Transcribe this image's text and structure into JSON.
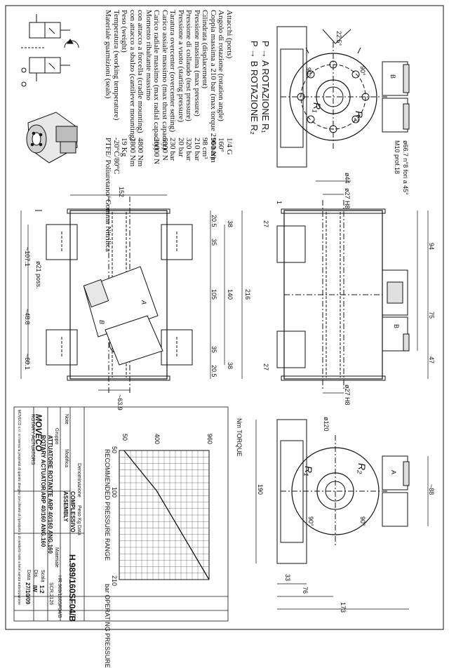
{
  "specs": {
    "labels": [
      "Attacchi (ports)",
      "Angolo di rotazione (rotation angle)",
      "Coppia massima a 210 bar (max torque 210 bar)",
      "Cilindrata (displacement)",
      "Pressione massima (max pressure)",
      "Pressione di collaudo (test pressure)",
      "Pressione a vuoto (starting pressure)",
      "Taratura overcenter (overcenter setting)",
      "Carico assiale massimo (max thrust capacity)",
      "Carico radiale massimo (max radial capacity)",
      "Momento ribaltante massimo",
      "con attacco a forcella (cradle mounting)",
      "con attacco a sbalzo (cantilever mounting)",
      "Peso (weight)",
      "Temperatura (working temperature)",
      "Materiale guarnizioni (seals)"
    ],
    "values": [
      "1/4 G",
      "160°",
      "960 Nm",
      "98 cm³",
      "210 bar",
      "320 bar",
      "20 bar",
      "230 bar",
      "6000 N",
      "20000 N",
      "",
      "4800 Nm",
      "2800 Nm",
      "19 Kg",
      "-20°C/80°C",
      "PTFE/ Poliuretano/ Gomma Nitrilica"
    ],
    "rotation_a": "P → A  ROTAZIONE R₁",
    "rotation_b": "P → B  ROTAZIONE R₂"
  },
  "labels": {
    "port_a": "A",
    "port_b": "B",
    "r1": "R₁",
    "r2": "R₂",
    "ang_90": "90°",
    "hole_note": "ø66.7 n°8 fori a 45°",
    "hole_thread": "M10 prof.18",
    "pin_dia": "ø21 poss."
  },
  "dims": {
    "d22_5": "22.5°",
    "d44": "ø44",
    "d27_h8": "ø27  H8",
    "d27_h8_b": "ø27  H8",
    "d1": "1",
    "d152": "152",
    "d20_5a": "20.5",
    "d38a": "38",
    "d35a": "35",
    "d105": "105",
    "d140": "140",
    "d216": "216",
    "d35b": "35",
    "d20_5b": "20.5",
    "d38b": "38",
    "d27a": "27",
    "d27b": "27",
    "d94": "94",
    "d75": "75",
    "d47": "47",
    "d107_1": "~107.1",
    "d48_8": "~48.8",
    "d60_1": "~60.1",
    "d63_9": "~63.9",
    "d120": "ø120",
    "d190": "190",
    "d88": "~88",
    "d33": "33",
    "d76": "76",
    "d173": "173"
  },
  "chart_data": {
    "type": "line",
    "title": "",
    "xlabel": "bar  OPERATING PRESSURE",
    "ylabel": "Nm  TORQUE",
    "subtitle": "RECOMMENDED PRESSURE RANGE",
    "x": [
      50,
      100,
      210
    ],
    "y": [
      50,
      400,
      960
    ],
    "x_ticks": [
      "50",
      "100",
      "210"
    ],
    "y_ticks": [
      "50",
      "400",
      "960"
    ],
    "xlim": [
      50,
      210
    ],
    "ylim": [
      0,
      960
    ],
    "grid": true,
    "series": [
      {
        "x": [
          50,
          100,
          210
        ],
        "y": [
          50,
          400,
          960
        ]
      }
    ]
  },
  "title_block": {
    "company": "MOVECO",
    "company_sub": "ROTARY ACTUATORS",
    "designation_label": "Denominazione",
    "designation": "COMPLESSIVO",
    "designation_en": "ASSEMBLY",
    "group_label": "Gruppo",
    "group_it": "ATTUATORE ROTANTE ARP 40/160 ANG.160",
    "group_en": "ROTARY ACTUATOR ARP 40/160 ANG.160",
    "drawing_no": "H.989/160SF04/B",
    "code": "HR.989/160SF04/B",
    "serial": "SCR.2126",
    "scale_label": "Scala",
    "scale": "1:2",
    "drawn_label": "Dis.",
    "drawn": "IW",
    "date_label": "Data",
    "date": "27/10/09",
    "modify_label": "Modifica",
    "note_label": "Note",
    "material_label": "Materiale",
    "weight_label": "Peso Kg",
    "legal": "MOVECO s.r.l. si riserva la proprietà di questo disegno con divieto di riprodurlo o di renderlo noto a terzi senza autorizzazione"
  }
}
